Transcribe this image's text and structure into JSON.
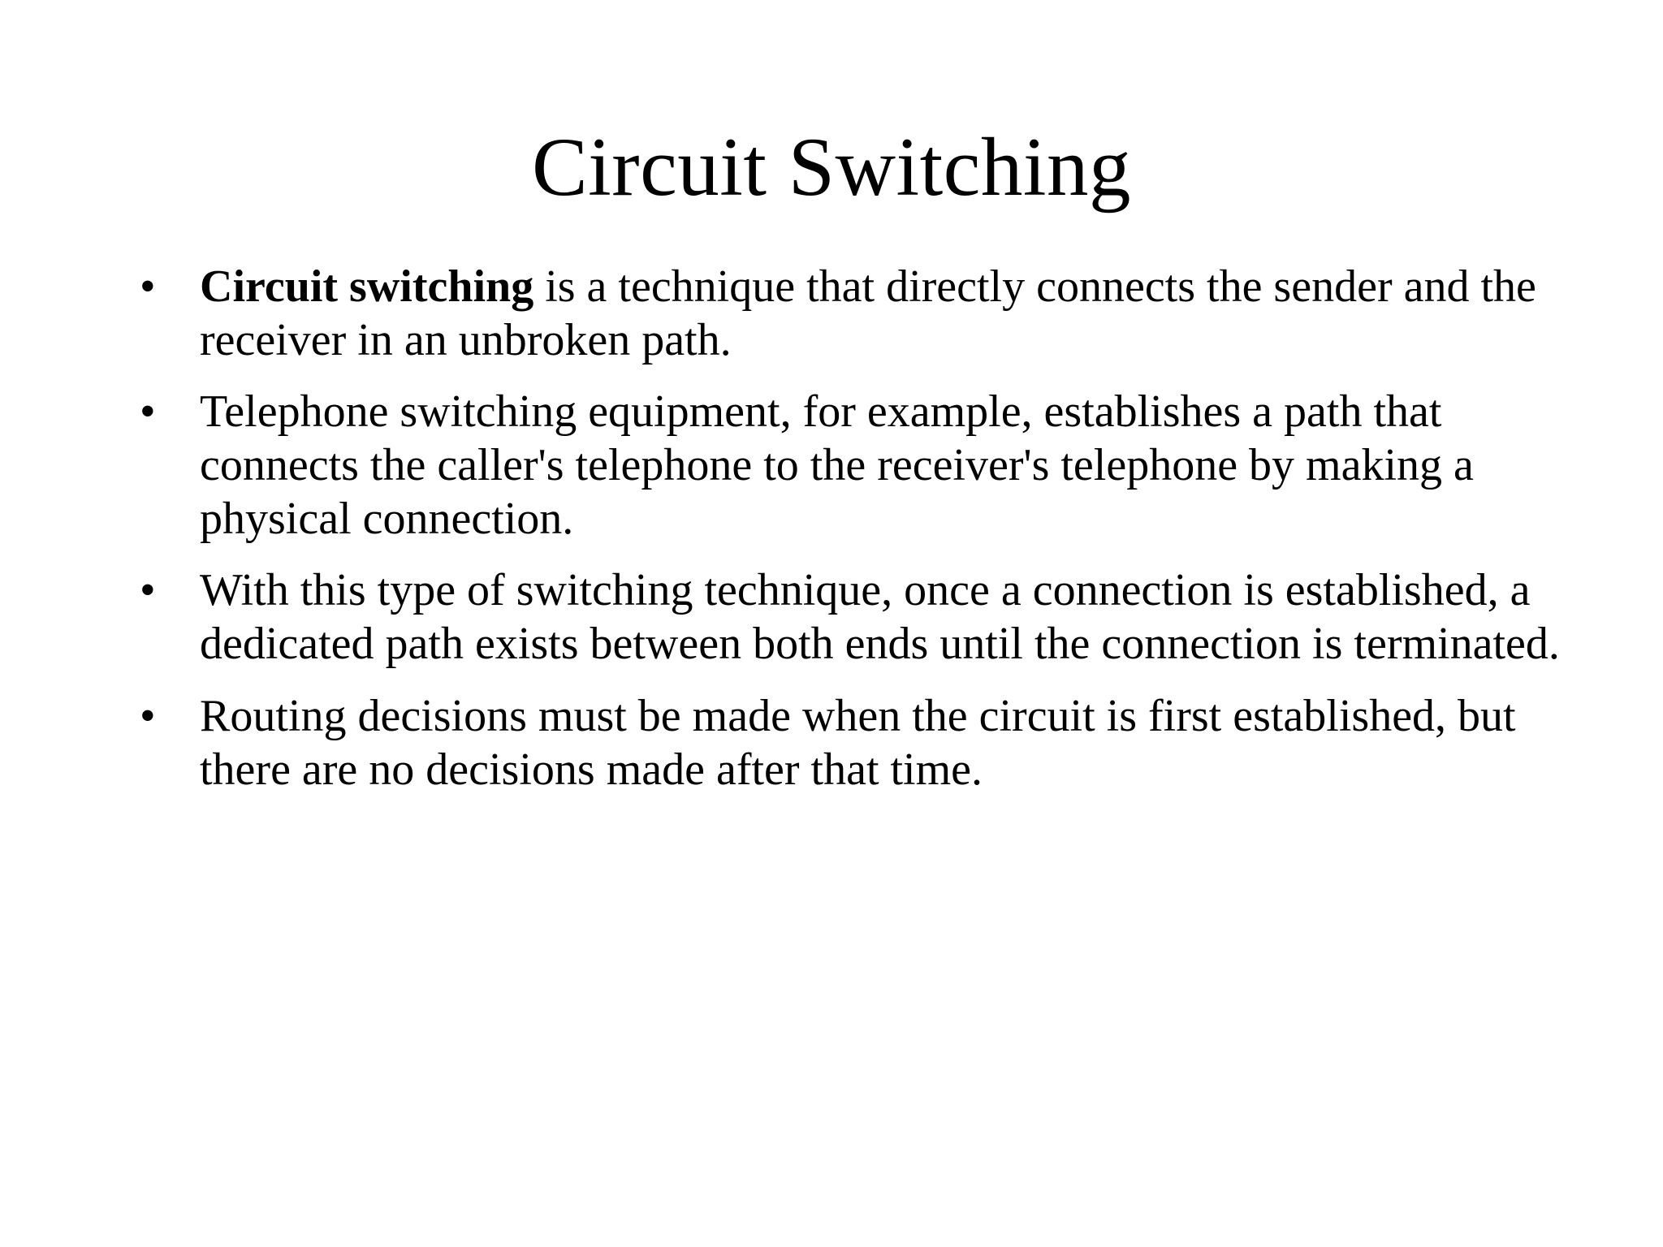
{
  "slide": {
    "title": "Circuit Switching",
    "bullet_glyph": "•",
    "text_color": "#000000",
    "background_color": "#FFFFFF",
    "bullets": [
      {
        "emphasis": "Circuit switching",
        "rest": " is a technique that directly connects the sender and the receiver in an unbroken path.",
        "full": "Circuit switching is a technique that directly connects the sender and the receiver in an unbroken path."
      },
      {
        "emphasis": "",
        "rest": "",
        "full": "Telephone switching equipment, for example, establishes a path that connects the caller's telephone to the receiver's telephone by making a physical connection."
      },
      {
        "emphasis": "",
        "rest": "",
        "full": "With this type of switching technique, once a connection is established, a dedicated path exists between both ends until the connection is terminated."
      },
      {
        "emphasis": "",
        "rest": "",
        "full": "Routing decisions must be made when the circuit is first established, but there are no decisions made after that time."
      }
    ]
  }
}
